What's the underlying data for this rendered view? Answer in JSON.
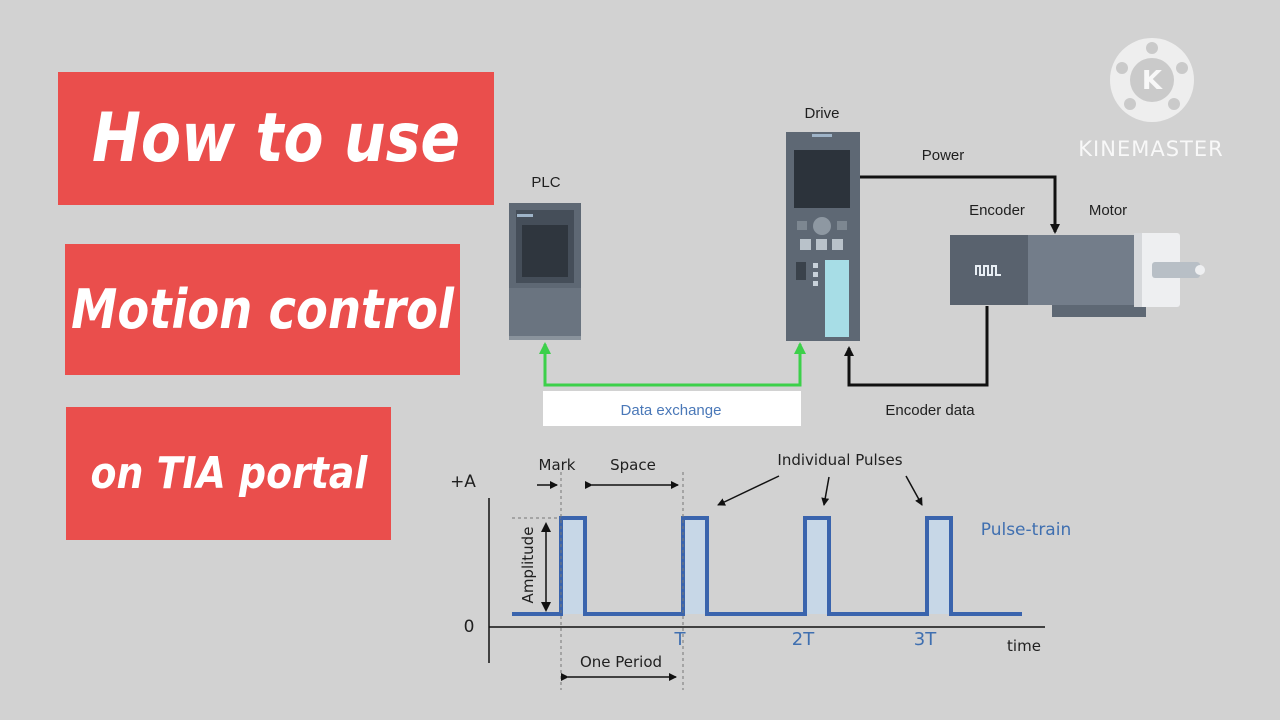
{
  "title": {
    "line1": "How to use",
    "line2": "Motion control",
    "line3": "on TIA portal"
  },
  "colors": {
    "background": "#d2d2d2",
    "title_box": "#ea4e4c",
    "pulse_line": "#3a64ad",
    "data_exchange_arrow": "#3cd04a",
    "device_body": "#5a6470"
  },
  "system_diagram": {
    "plc_label": "PLC",
    "drive_label": "Drive",
    "encoder_label": "Encoder",
    "motor_label": "Motor",
    "power_label": "Power",
    "data_exchange_label": "Data exchange",
    "encoder_data_label": "Encoder data"
  },
  "pulse_diagram": {
    "y_top_label": "+A",
    "y_zero_label": "0",
    "x_axis_label": "time",
    "mark_label": "Mark",
    "space_label": "Space",
    "amplitude_label": "Amplitude",
    "individual_pulses_label": "Individual Pulses",
    "one_period_label": "One Period",
    "pulse_train_label": "Pulse-train",
    "tick_T": "T",
    "tick_2T": "2T",
    "tick_3T": "3T"
  },
  "watermark": {
    "brand": "KINEMASTER",
    "icon": "kinemaster-logo-icon"
  }
}
